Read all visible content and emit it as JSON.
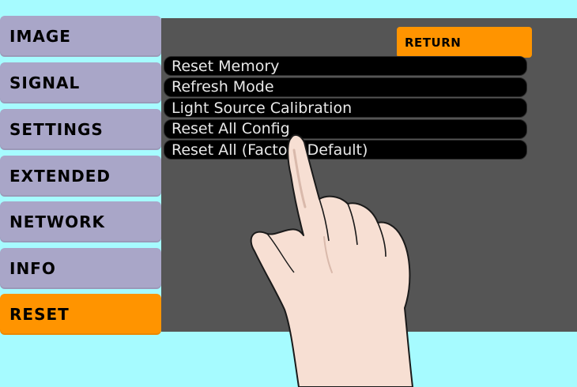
{
  "sidebar": {
    "items": [
      {
        "label": "IMAGE"
      },
      {
        "label": "SIGNAL"
      },
      {
        "label": "SETTINGS"
      },
      {
        "label": "EXTENDED"
      },
      {
        "label": "NETWORK"
      },
      {
        "label": "INFO"
      },
      {
        "label": "RESET",
        "active": true
      }
    ]
  },
  "return_button": {
    "label": "RETURN"
  },
  "menu": {
    "items": [
      {
        "label": "Reset Memory"
      },
      {
        "label": "Refresh Mode"
      },
      {
        "label": "Light Source Calibration"
      },
      {
        "label": "Reset All Config"
      },
      {
        "label": "Reset All (Factory Default)"
      }
    ]
  },
  "colors": {
    "background": "#a6fbff",
    "sidebar_item": "#a9a6c8",
    "accent": "#ff9400",
    "panel": "#555555",
    "menu_item": "#000000",
    "menu_text": "#e8e8e8"
  }
}
